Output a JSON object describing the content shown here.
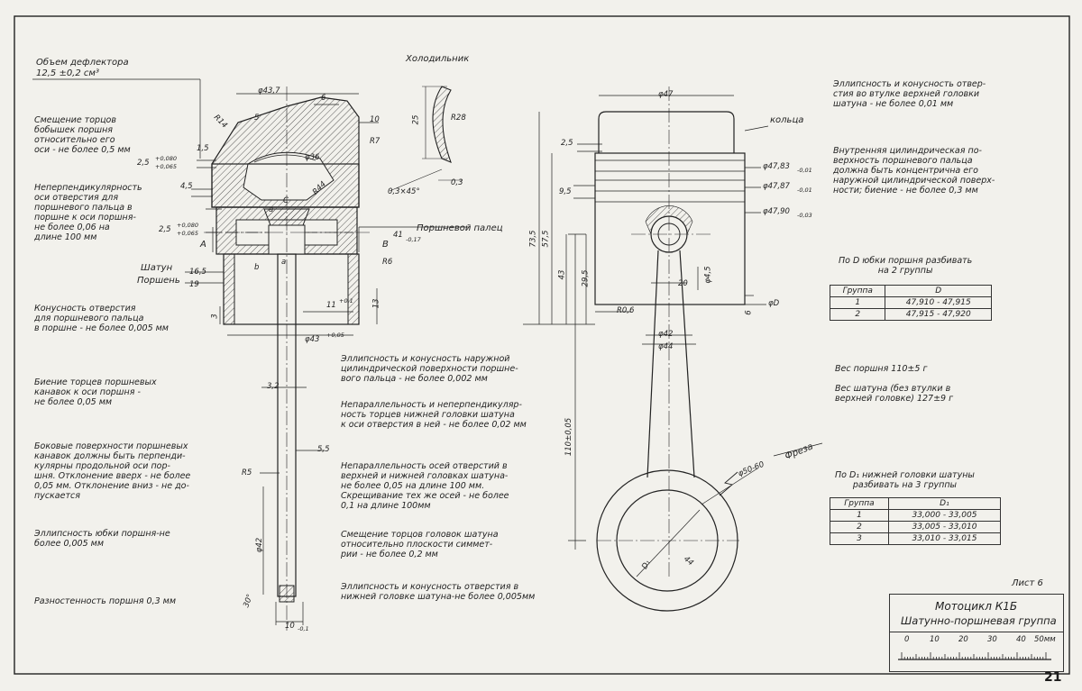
{
  "sheet": {
    "sheet_label": "Лист 6",
    "page_number": "21",
    "title_line1": "Мотоцикл К1Б",
    "title_line2": "Шатунно-поршневая группа",
    "scale_labels": [
      "0",
      "10",
      "20",
      "30",
      "40",
      "50мм"
    ]
  },
  "left_notes": {
    "deflector_label": "Объем дефлектора",
    "deflector_value": "12,5 ±0,2 см³",
    "n1": "Смещение торцов\nбобышек поршня\nотносительно его\nоси - не более 0,5 мм",
    "n2": "Неперпендикулярность\nоси отверстия для\nпоршневого пальца в\nпоршне к оси поршня-\nне более 0,06 на\nдлине 100 мм",
    "n3": "Конусность отверстия\nдля поршневого пальца\nв поршне - не более 0,005 мм",
    "n4": "Биение торцев поршневых\nканавок к оси поршня -\nне более 0,05 мм",
    "n5": "Боковые поверхности поршневых\nканавок должны быть перпенди-\nкулярны продольной оси пор-\nшня. Отклонение вверх - не более\n0,05 мм. Отклонение вниз - не до-\nпускается",
    "n6": "Эллипсность юбки поршня-не\nболее 0,005 мм",
    "n7": "Разностенность поршня 0,3 мм"
  },
  "center_notes": {
    "n1": "Эллипсность и конусность наружной\nцилиндрической поверхности поршне-\nвого пальца - не более 0,002 мм",
    "n2": "Непараллельность и неперпендикуляр-\nность торцев нижней головки шатуна\nк оси отверстия в ней - не более 0,02 мм",
    "n3": "Непараллельность осей отверстий в\nверхней и нижней головках шатуна-\nне более 0,05 на длине 100 мм.\nСкрещивание тех же осей - не более\n0,1 на длине 100мм",
    "n4": "Смещение торцов головок шатуна\nотносительно плоскости симмет-\nрии - не более 0,2 мм",
    "n5": "Эллипсность и конусность отверстия в\nнижней головке шатуна-не более 0,005мм"
  },
  "right_notes": {
    "n1": "Эллипсность и конусность отвер-\nстия во втулке верхней головки\nшатуна - не более 0,01 мм",
    "n2": "Внутренняя цилиндрическая по-\nверхность поршневого пальца\nдолжна быть концентрична его\nнаружной цилиндрической поверх-\nности; биение - не более 0,3 мм",
    "d_title": "По D юбки поршня разбивать\nна 2 группы",
    "piston_weight": "Вес поршня 110±5 г",
    "rod_weight": "Вес шатуна (без втулки в\nверхней головке) 127±9 г",
    "d1_title": "По D₁ нижней головки шатуны\nразбивать на 3 группы"
  },
  "table_d": {
    "headers": [
      "Группа",
      "D"
    ],
    "rows": [
      [
        "1",
        "47,910 - 47,915"
      ],
      [
        "2",
        "47,915 - 47,920"
      ]
    ]
  },
  "table_d1": {
    "headers": [
      "Группа",
      "D₁"
    ],
    "rows": [
      [
        "1",
        "33,000 - 33,005"
      ],
      [
        "2",
        "33,005 - 33,010"
      ],
      [
        "3",
        "33,010 - 33,015"
      ]
    ]
  },
  "drawing_labels": {
    "cooler": "Холодильник",
    "pin": "Поршневой палец",
    "rod": "Шатун",
    "piston": "Поршень",
    "rings": "кольца",
    "cutter": "Фреза",
    "d_43_7": "φ43,7",
    "d6": "6",
    "d10": "10",
    "r14": "R14",
    "d5": "5",
    "r7": "R7",
    "d1_5": "1,5",
    "d2_5a": "2,5",
    "tol_a1": "+0,080",
    "tol_a2": "+0,065",
    "d_phi36": "φ36",
    "d4_5": "4,5",
    "d2_5b": "2,5",
    "tol_b1": "+0,080",
    "tol_b2": "+0,065",
    "r44": "R44",
    "c": "C",
    "a_upper": "а",
    "a_lower": "а",
    "b_letter": "b",
    "d41": "41",
    "d41_tol": "-0,17",
    "sec_a": "А",
    "sec_b": "В",
    "r6": "R6",
    "d16_5": "16,5",
    "d19": "19",
    "d11": "11",
    "d11_tol": "+0,1",
    "d13": "13",
    "d3": "3",
    "d43": "φ43",
    "d43_tol": "+0,05",
    "d3_2": "3,2",
    "d5_5": "5,5",
    "r5": "R5",
    "phi42": "φ42",
    "angle30": "30°",
    "d10_bottom": "10",
    "d10_tol": "-0,1",
    "cool25": "25",
    "cool_r28": "R28",
    "chamfer": "0,3×45°",
    "d0_3": "0,3",
    "d47": "φ47",
    "rd2_5": "2,5",
    "ring1": "φ47,83",
    "ring1_tol": "-0,01",
    "ring2": "φ47,87",
    "ring2_tol": "-0,01",
    "ring3": "φ47,90",
    "ring3_tol": "-0,03",
    "d9_5": "9,5",
    "d73_5": "73,5",
    "d57_5": "57,5",
    "d43v": "43",
    "d29_5": "29,5",
    "d20": "20",
    "phi4_5": "φ4,5",
    "phiD": "φD",
    "d6r": "6",
    "r0_6": "R0,6",
    "phi42r": "φ42",
    "phi44": "φ44",
    "d110": "110±0,05",
    "cutter_dia": "φ50-60",
    "d1_mark": "D₁",
    "d44": "44"
  }
}
